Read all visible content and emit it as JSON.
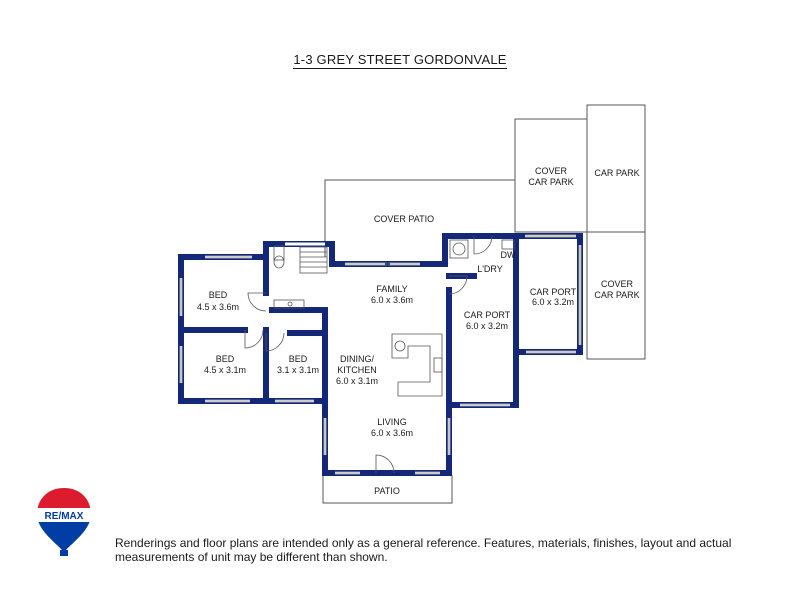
{
  "title": "1-3 GREY STREET GORDONVALE",
  "rooms": {
    "cover_car_park_top": {
      "line1": "COVER",
      "line2": "CAR PARK"
    },
    "car_park": {
      "name": "CAR PARK"
    },
    "cover_patio": {
      "name": "COVER PATIO"
    },
    "bed1": {
      "name": "BED",
      "dims": "4.5 x 3.6m"
    },
    "family": {
      "name": "FAMILY",
      "dims": "6.0 x 3.6m"
    },
    "laundry": {
      "name": "L'DRY"
    },
    "dw": {
      "name": "DW"
    },
    "car_port_a": {
      "name": "CAR PORT",
      "dims": "6.0 x 3.2m"
    },
    "car_port_b": {
      "name": "CAR PORT",
      "dims": "6.0 x 3.2m"
    },
    "cover_car_park_right": {
      "line1": "COVER",
      "line2": "CAR PARK"
    },
    "bed2": {
      "name": "BED",
      "dims": "4.5 x 3.1m"
    },
    "bed3": {
      "name": "BED",
      "dims": "3.1 x 3.1m"
    },
    "dining_kitchen": {
      "line1": "DINING/",
      "line2": "KITCHEN",
      "dims": "6.0 x 3.1m"
    },
    "living": {
      "name": "LIVING",
      "dims": "6.0 x 3.6m"
    },
    "patio": {
      "name": "PATIO"
    }
  },
  "logo": {
    "text": "RE/MAX",
    "colors": {
      "red": "#dc1c2e",
      "blue": "#003da5"
    }
  },
  "disclaimer": "Renderings and floor plans are intended only as a general reference. Features, materials, finishes, layout and actual measurements of unit may be different than shown.",
  "colors": {
    "wall": "#14287a",
    "outline": "#555555"
  }
}
